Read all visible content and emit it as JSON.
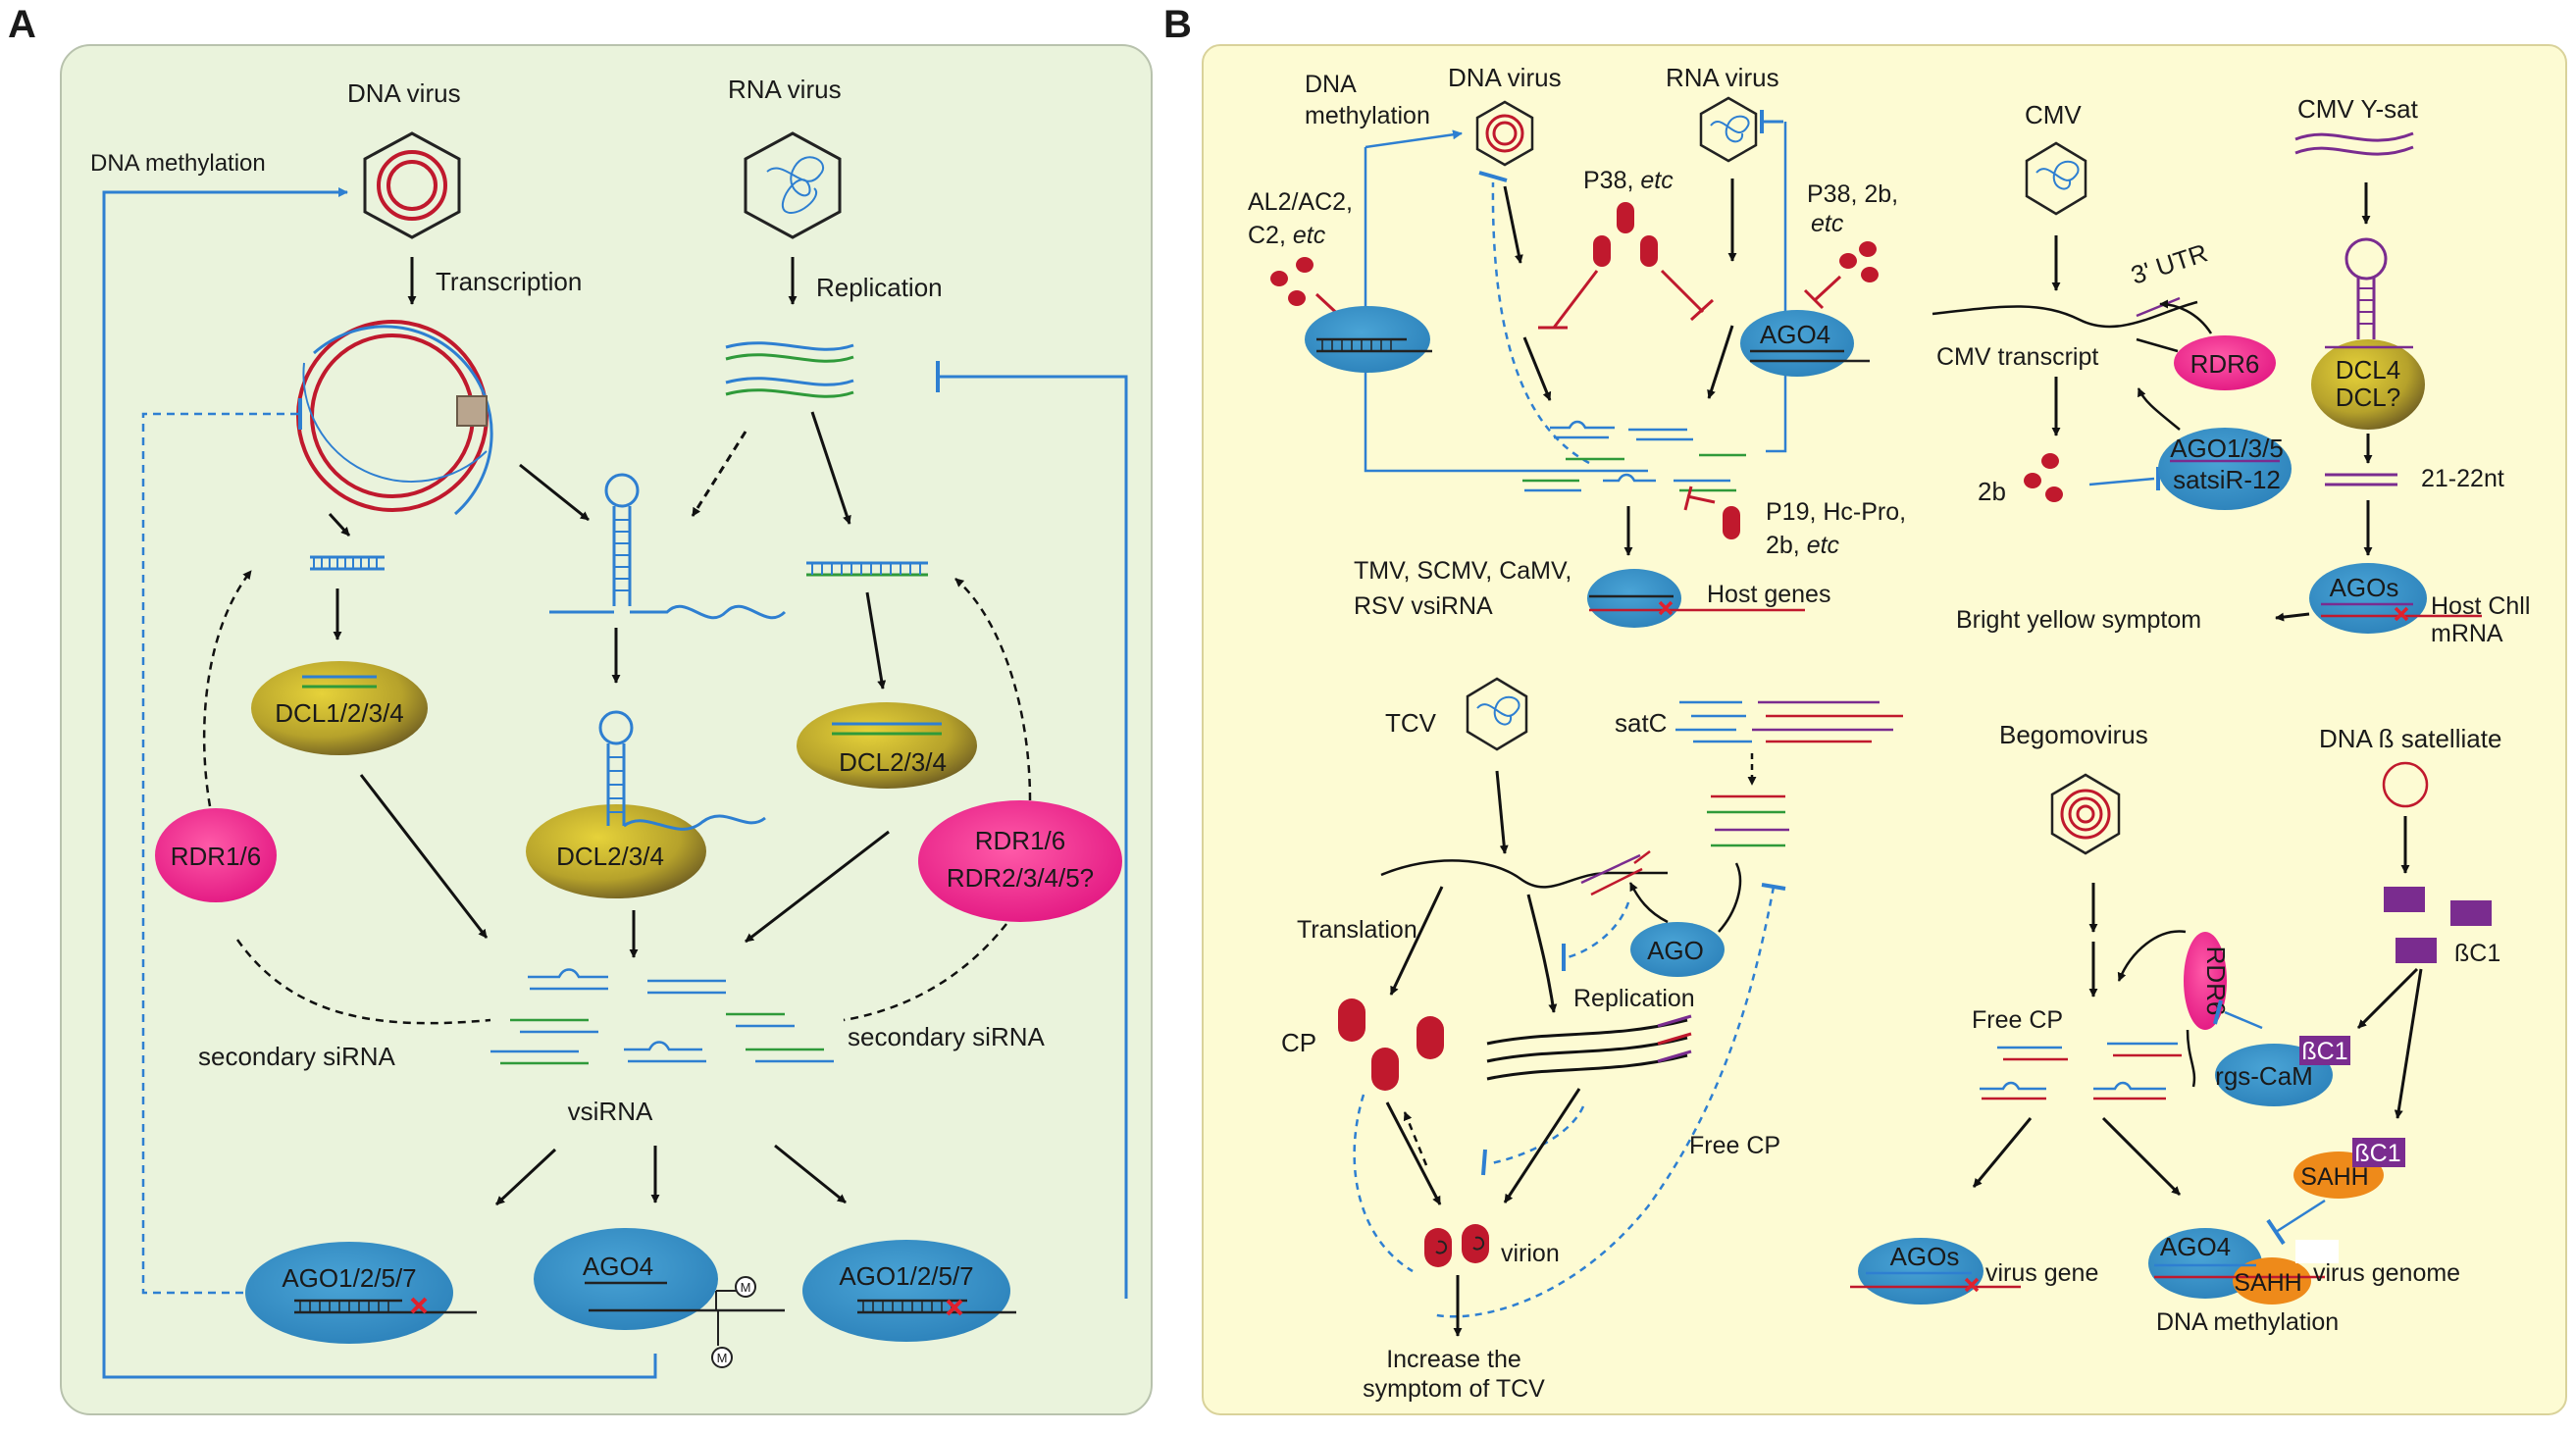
{
  "panel_a": {
    "letter": "A",
    "dna_virus": "DNA virus",
    "rna_virus": "RNA virus",
    "dna_methylation": "DNA methylation",
    "transcription": "Transcription",
    "replication": "Replication",
    "dcl1234": "DCL1/2/3/4",
    "dcl234_center": "DCL2/3/4",
    "dcl234_right": "DCL2/3/4",
    "rdr16_left": "RDR1/6",
    "rdr16_right_l1": "RDR1/6",
    "rdr16_right_l2": "RDR2/3/4/5?",
    "secondary_left": "secondary siRNA",
    "secondary_right": "secondary siRNA",
    "vsirna": "vsiRNA",
    "ago_left": "AGO1/2/5/7",
    "ago_mid": "AGO4",
    "ago_right": "AGO1/2/5/7",
    "m_mark": "M"
  },
  "panel_b": {
    "letter": "B",
    "q1": {
      "dna_methylation_l1": "DNA",
      "dna_methylation_l2": "methylation",
      "dna_virus": "DNA virus",
      "rna_virus": "RNA virus",
      "al2_l1": "AL2/AC2,",
      "al2_l2": "C2, ",
      "etc": "etc",
      "p38": "P38, ",
      "p38_2b_l1": "P38, 2b,",
      "ago4": "AGO4",
      "p19": "P19, Hc-Pro,",
      "p19_l2": "2b, ",
      "tmv_l1": "TMV, SCMV, CaMV,",
      "tmv_l2": "RSV vsiRNA",
      "host_genes": "Host genes"
    },
    "q2": {
      "cmv": "CMV",
      "cmv_ysat": "CMV Y-sat",
      "utr": "3' UTR",
      "cmv_transcript": "CMV transcript",
      "rdr6": "RDR6",
      "dcl4": "DCL4",
      "dcl_q": "DCL?",
      "ago135": "AGO1/3/5",
      "satsir": "satsiR-12",
      "two_b": "2b",
      "nt": "21-22nt",
      "agos": "AGOs",
      "host_chll": "Host Chll",
      "mrna": "mRNA",
      "bright_yellow": "Bright yellow symptom"
    },
    "q3": {
      "tcv": "TCV",
      "satc": "satC",
      "translation": "Translation",
      "ago": "AGO",
      "replication": "Replication",
      "cp": "CP",
      "free_cp": "Free CP",
      "virion": "virion",
      "increase_l1": "Increase the",
      "increase_l2": "symptom of TCV"
    },
    "q4": {
      "begomovirus": "Begomovirus",
      "dna_b_sat": "DNA ß satelliate",
      "bc1": "ßC1",
      "rdr6": "RDR6",
      "free_cp": "Free CP",
      "rgs_cam": "rgs-CaM",
      "bc1_a": "ßC1",
      "sahh": "SAHH",
      "bc1_b": "ßC1",
      "agos": "AGOs",
      "virus_gene": "virus gene",
      "ago4": "AGO4",
      "sahh2": "SAHH",
      "virus_genome": "virus genome",
      "dna_methylation": "DNA methylation"
    }
  },
  "colors": {
    "panel_a_bg": "#eaf3dc",
    "panel_b_bg": "#fdfbd3",
    "blue": "#2e7fd1",
    "red": "#c0192d",
    "green": "#2f9a3a",
    "purple": "#7a2c8f",
    "magenta": "#e8148c",
    "ago_blue": "#2f8cc4",
    "dcl_gold": "#c9b52a"
  }
}
